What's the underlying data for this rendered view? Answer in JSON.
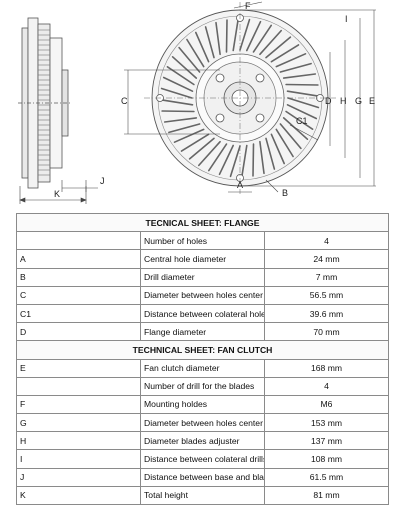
{
  "drawing": {
    "side_labels": {
      "K": "K",
      "J": "J"
    },
    "front_labels": {
      "F": "F",
      "C": "C",
      "C1": "C1",
      "D": "D",
      "H": "H",
      "G": "G",
      "E": "E",
      "I": "I",
      "A": "A",
      "B": "B"
    }
  },
  "flange": {
    "title": "TECNICAL SHEET: FLANGE",
    "rows": [
      {
        "code": "",
        "desc": "Number of holes",
        "value": "4"
      },
      {
        "code": "A",
        "desc": "Central hole diameter",
        "value": "24 mm"
      },
      {
        "code": "B",
        "desc": "Drill diameter",
        "value": "7 mm"
      },
      {
        "code": "C",
        "desc": "Diameter between holes center",
        "value": "56.5 mm"
      },
      {
        "code": "C1",
        "desc": "Distance between colateral holes center",
        "value": "39.6 mm"
      },
      {
        "code": "D",
        "desc": "Flange diameter",
        "value": "70 mm"
      }
    ]
  },
  "fan_clutch": {
    "title": "TECHNICAL SHEET: FAN CLUTCH",
    "rows": [
      {
        "code": "E",
        "desc": "Fan clutch diameter",
        "value": "168 mm"
      },
      {
        "code": "",
        "desc": "Number of drill for the blades",
        "value": "4"
      },
      {
        "code": "F",
        "desc": "Mounting holdes",
        "value": "M6"
      },
      {
        "code": "G",
        "desc": "Diameter between holes center",
        "value": "153 mm"
      },
      {
        "code": "H",
        "desc": "Diameter blades adjuster",
        "value": "137 mm"
      },
      {
        "code": "I",
        "desc": "Distance between colateral drills center",
        "value": "108 mm"
      },
      {
        "code": "J",
        "desc": "Distance between base and blades support",
        "value": "61.5 mm"
      },
      {
        "code": "K",
        "desc": "Total height",
        "value": "81 mm"
      }
    ]
  }
}
